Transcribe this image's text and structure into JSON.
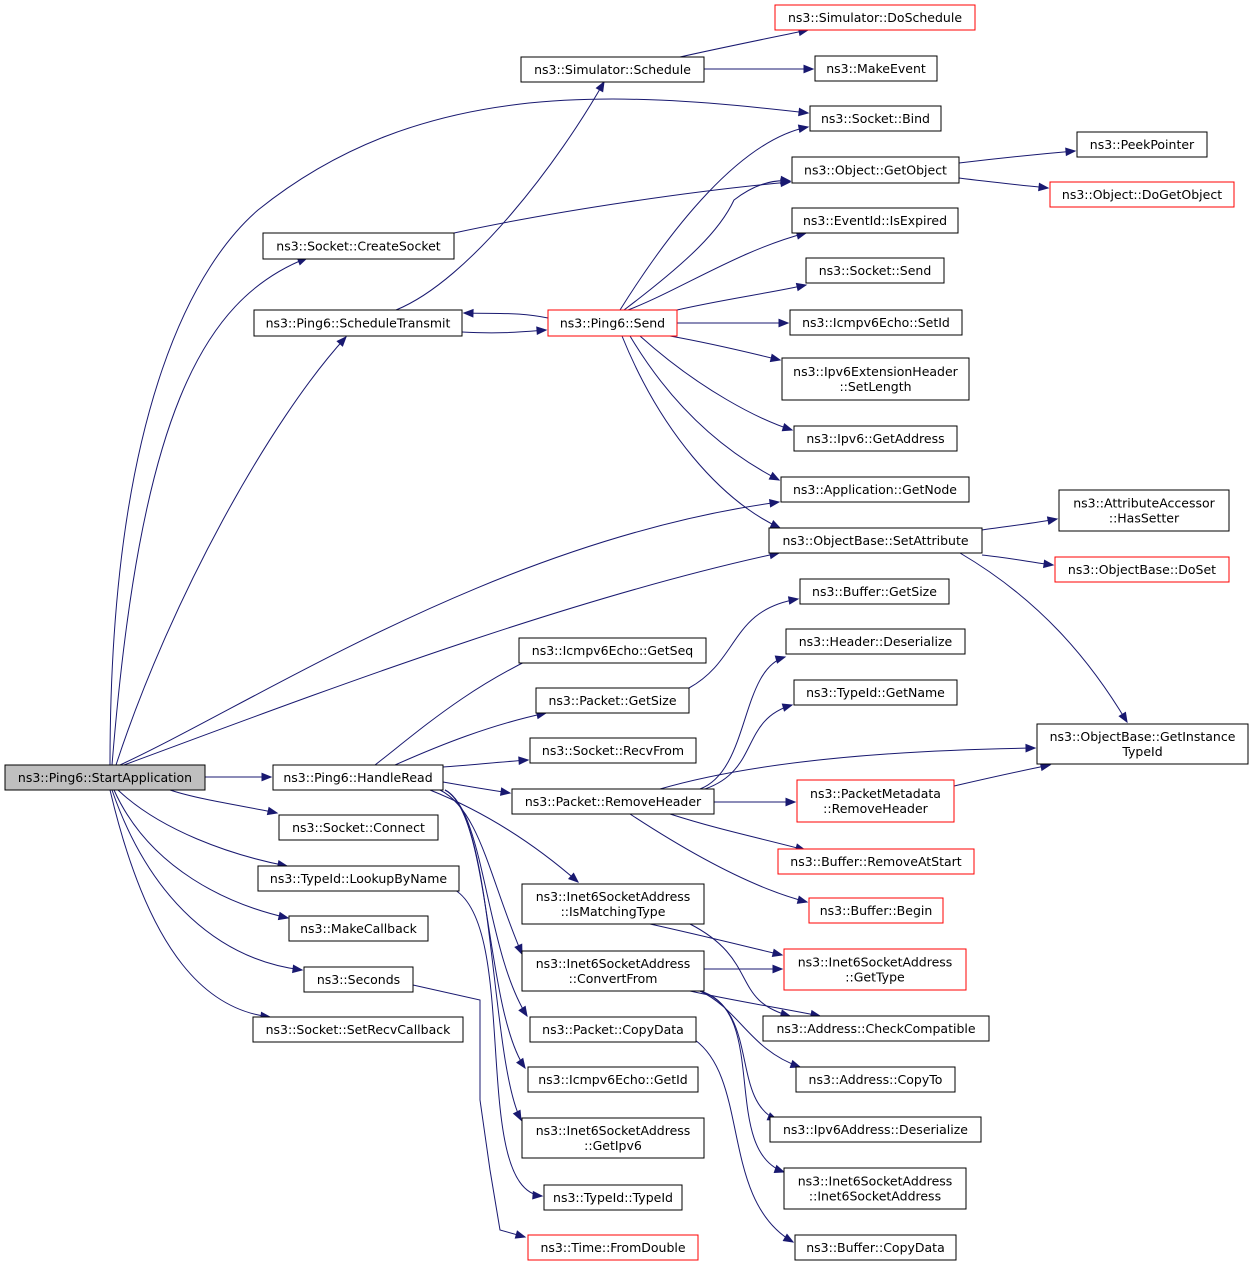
{
  "colors": {
    "edge": "#191970",
    "root_fill": "#bfbfbf",
    "node_fill": "#ffffff",
    "node_border": "#000000",
    "truncated_border": "#ff0000"
  },
  "nodes": [
    {
      "id": "start",
      "lines": [
        "ns3::Ping6::StartApplication"
      ],
      "style": "root"
    },
    {
      "id": "createSocket",
      "lines": [
        "ns3::Socket::CreateSocket"
      ],
      "style": "normal"
    },
    {
      "id": "scheduleTransmit",
      "lines": [
        "ns3::Ping6::ScheduleTransmit"
      ],
      "style": "normal"
    },
    {
      "id": "handleRead",
      "lines": [
        "ns3::Ping6::HandleRead"
      ],
      "style": "normal"
    },
    {
      "id": "connect",
      "lines": [
        "ns3::Socket::Connect"
      ],
      "style": "normal"
    },
    {
      "id": "lookupByName",
      "lines": [
        "ns3::TypeId::LookupByName"
      ],
      "style": "normal"
    },
    {
      "id": "makeCallback",
      "lines": [
        "ns3::MakeCallback"
      ],
      "style": "normal"
    },
    {
      "id": "seconds",
      "lines": [
        "ns3::Seconds"
      ],
      "style": "normal"
    },
    {
      "id": "setRecvCallback",
      "lines": [
        "ns3::Socket::SetRecvCallback"
      ],
      "style": "normal"
    },
    {
      "id": "simSchedule",
      "lines": [
        "ns3::Simulator::Schedule"
      ],
      "style": "normal"
    },
    {
      "id": "ping6Send",
      "lines": [
        "ns3::Ping6::Send"
      ],
      "style": "truncated"
    },
    {
      "id": "icmpGetSeq",
      "lines": [
        "ns3::Icmpv6Echo::GetSeq"
      ],
      "style": "normal"
    },
    {
      "id": "packetGetSize",
      "lines": [
        "ns3::Packet::GetSize"
      ],
      "style": "normal"
    },
    {
      "id": "recvFrom",
      "lines": [
        "ns3::Socket::RecvFrom"
      ],
      "style": "normal"
    },
    {
      "id": "removeHeader",
      "lines": [
        "ns3::Packet::RemoveHeader"
      ],
      "style": "normal"
    },
    {
      "id": "isMatchingType",
      "lines": [
        "ns3::Inet6SocketAddress",
        "::IsMatchingType"
      ],
      "style": "normal"
    },
    {
      "id": "convertFrom",
      "lines": [
        "ns3::Inet6SocketAddress",
        "::ConvertFrom"
      ],
      "style": "normal"
    },
    {
      "id": "copyData",
      "lines": [
        "ns3::Packet::CopyData"
      ],
      "style": "normal"
    },
    {
      "id": "icmpGetId",
      "lines": [
        "ns3::Icmpv6Echo::GetId"
      ],
      "style": "normal"
    },
    {
      "id": "getIpv6",
      "lines": [
        "ns3::Inet6SocketAddress",
        "::GetIpv6"
      ],
      "style": "normal"
    },
    {
      "id": "typeIdTypeId",
      "lines": [
        "ns3::TypeId::TypeId"
      ],
      "style": "normal"
    },
    {
      "id": "fromDouble",
      "lines": [
        "ns3::Time::FromDouble"
      ],
      "style": "truncated"
    },
    {
      "id": "doSchedule",
      "lines": [
        "ns3::Simulator::DoSchedule"
      ],
      "style": "truncated"
    },
    {
      "id": "makeEvent",
      "lines": [
        "ns3::MakeEvent"
      ],
      "style": "normal"
    },
    {
      "id": "socketBind",
      "lines": [
        "ns3::Socket::Bind"
      ],
      "style": "normal"
    },
    {
      "id": "getObject",
      "lines": [
        "ns3::Object::GetObject"
      ],
      "style": "normal"
    },
    {
      "id": "isExpired",
      "lines": [
        "ns3::EventId::IsExpired"
      ],
      "style": "normal"
    },
    {
      "id": "socketSend",
      "lines": [
        "ns3::Socket::Send"
      ],
      "style": "normal"
    },
    {
      "id": "icmpSetId",
      "lines": [
        "ns3::Icmpv6Echo::SetId"
      ],
      "style": "normal"
    },
    {
      "id": "setLength",
      "lines": [
        "ns3::Ipv6ExtensionHeader",
        "::SetLength"
      ],
      "style": "normal"
    },
    {
      "id": "ipv6GetAddress",
      "lines": [
        "ns3::Ipv6::GetAddress"
      ],
      "style": "normal"
    },
    {
      "id": "appGetNode",
      "lines": [
        "ns3::Application::GetNode"
      ],
      "style": "normal"
    },
    {
      "id": "setAttribute",
      "lines": [
        "ns3::ObjectBase::SetAttribute"
      ],
      "style": "normal"
    },
    {
      "id": "bufferGetSize",
      "lines": [
        "ns3::Buffer::GetSize"
      ],
      "style": "normal"
    },
    {
      "id": "headerDeserialize",
      "lines": [
        "ns3::Header::Deserialize"
      ],
      "style": "normal"
    },
    {
      "id": "typeIdGetName",
      "lines": [
        "ns3::TypeId::GetName"
      ],
      "style": "normal"
    },
    {
      "id": "pmRemoveHeader",
      "lines": [
        "ns3::PacketMetadata",
        "::RemoveHeader"
      ],
      "style": "truncated"
    },
    {
      "id": "removeAtStart",
      "lines": [
        "ns3::Buffer::RemoveAtStart"
      ],
      "style": "truncated"
    },
    {
      "id": "bufferBegin",
      "lines": [
        "ns3::Buffer::Begin"
      ],
      "style": "truncated"
    },
    {
      "id": "i6GetType",
      "lines": [
        "ns3::Inet6SocketAddress",
        "::GetType"
      ],
      "style": "truncated"
    },
    {
      "id": "checkCompatible",
      "lines": [
        "ns3::Address::CheckCompatible"
      ],
      "style": "normal"
    },
    {
      "id": "addrCopyTo",
      "lines": [
        "ns3::Address::CopyTo"
      ],
      "style": "normal"
    },
    {
      "id": "ipv6AddrDeserialize",
      "lines": [
        "ns3::Ipv6Address::Deserialize"
      ],
      "style": "normal"
    },
    {
      "id": "i6Ctor",
      "lines": [
        "ns3::Inet6SocketAddress",
        "::Inet6SocketAddress"
      ],
      "style": "normal"
    },
    {
      "id": "bufferCopyData",
      "lines": [
        "ns3::Buffer::CopyData"
      ],
      "style": "normal"
    },
    {
      "id": "peekPointer",
      "lines": [
        "ns3::PeekPointer"
      ],
      "style": "normal"
    },
    {
      "id": "doGetObject",
      "lines": [
        "ns3::Object::DoGetObject"
      ],
      "style": "truncated"
    },
    {
      "id": "hasSetter",
      "lines": [
        "ns3::AttributeAccessor",
        "::HasSetter"
      ],
      "style": "normal"
    },
    {
      "id": "obDoSet",
      "lines": [
        "ns3::ObjectBase::DoSet"
      ],
      "style": "truncated"
    },
    {
      "id": "getInstanceTypeId",
      "lines": [
        "ns3::ObjectBase::GetInstance",
        "TypeId"
      ],
      "style": "normal"
    }
  ],
  "edges": [
    [
      "start",
      "socketBind"
    ],
    [
      "start",
      "createSocket"
    ],
    [
      "start",
      "scheduleTransmit"
    ],
    [
      "start",
      "appGetNode"
    ],
    [
      "start",
      "setAttribute"
    ],
    [
      "start",
      "handleRead"
    ],
    [
      "start",
      "connect"
    ],
    [
      "start",
      "lookupByName"
    ],
    [
      "start",
      "makeCallback"
    ],
    [
      "start",
      "seconds"
    ],
    [
      "start",
      "setRecvCallback"
    ],
    [
      "createSocket",
      "getObject"
    ],
    [
      "scheduleTransmit",
      "simSchedule"
    ],
    [
      "scheduleTransmit",
      "ping6Send"
    ],
    [
      "simSchedule",
      "doSchedule"
    ],
    [
      "simSchedule",
      "makeEvent"
    ],
    [
      "ping6Send",
      "scheduleTransmit"
    ],
    [
      "ping6Send",
      "socketBind"
    ],
    [
      "ping6Send",
      "getObject"
    ],
    [
      "ping6Send",
      "isExpired"
    ],
    [
      "ping6Send",
      "socketSend"
    ],
    [
      "ping6Send",
      "icmpSetId"
    ],
    [
      "ping6Send",
      "setLength"
    ],
    [
      "ping6Send",
      "ipv6GetAddress"
    ],
    [
      "ping6Send",
      "appGetNode"
    ],
    [
      "ping6Send",
      "setAttribute"
    ],
    [
      "getObject",
      "peekPointer"
    ],
    [
      "getObject",
      "doGetObject"
    ],
    [
      "setAttribute",
      "hasSetter"
    ],
    [
      "setAttribute",
      "obDoSet"
    ],
    [
      "setAttribute",
      "getInstanceTypeId"
    ],
    [
      "handleRead",
      "icmpGetSeq"
    ],
    [
      "handleRead",
      "packetGetSize"
    ],
    [
      "handleRead",
      "recvFrom"
    ],
    [
      "handleRead",
      "removeHeader"
    ],
    [
      "handleRead",
      "isMatchingType"
    ],
    [
      "handleRead",
      "convertFrom"
    ],
    [
      "handleRead",
      "copyData"
    ],
    [
      "handleRead",
      "icmpGetId"
    ],
    [
      "handleRead",
      "getIpv6"
    ],
    [
      "packetGetSize",
      "bufferGetSize"
    ],
    [
      "removeHeader",
      "headerDeserialize"
    ],
    [
      "removeHeader",
      "typeIdGetName"
    ],
    [
      "removeHeader",
      "getInstanceTypeId"
    ],
    [
      "removeHeader",
      "pmRemoveHeader"
    ],
    [
      "removeHeader",
      "removeAtStart"
    ],
    [
      "removeHeader",
      "bufferBegin"
    ],
    [
      "pmRemoveHeader",
      "getInstanceTypeId"
    ],
    [
      "isMatchingType",
      "i6GetType"
    ],
    [
      "isMatchingType",
      "checkCompatible"
    ],
    [
      "convertFrom",
      "i6GetType"
    ],
    [
      "convertFrom",
      "checkCompatible"
    ],
    [
      "convertFrom",
      "addrCopyTo"
    ],
    [
      "convertFrom",
      "ipv6AddrDeserialize"
    ],
    [
      "convertFrom",
      "i6Ctor"
    ],
    [
      "copyData",
      "bufferCopyData"
    ],
    [
      "lookupByName",
      "typeIdTypeId"
    ],
    [
      "seconds",
      "fromDouble"
    ]
  ]
}
